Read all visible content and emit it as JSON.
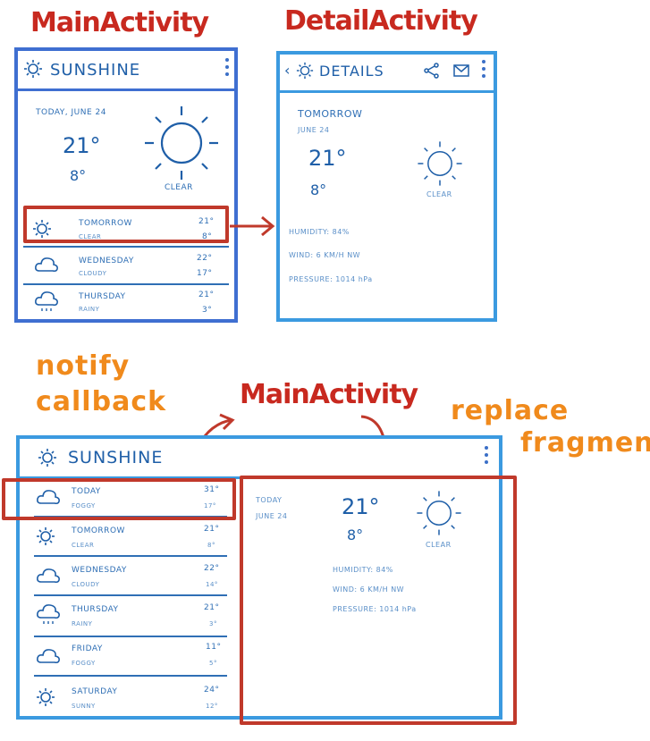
{
  "titles": {
    "main_activity_top": "MainActivity",
    "detail_activity": "DetailActivity",
    "notify_line1": "notify",
    "notify_line2": "callback",
    "main_activity_bottom": "MainActivity",
    "replace_line1": "replace",
    "replace_line2": "fragment"
  },
  "main_phone": {
    "app_title": "SUNSHINE",
    "today_label": "TODAY, JUNE 24",
    "high": "21°",
    "low": "8°",
    "condition": "CLEAR",
    "rows": [
      {
        "day": "TOMORROW",
        "cond": "CLEAR",
        "high": "21°",
        "low": "8°",
        "icon": "sun-icon"
      },
      {
        "day": "WEDNESDAY",
        "cond": "CLOUDY",
        "high": "22°",
        "low": "17°",
        "icon": "cloud-icon"
      },
      {
        "day": "THURSDAY",
        "cond": "RAINY",
        "high": "21°",
        "low": "3°",
        "icon": "rain-cloud-icon"
      }
    ]
  },
  "detail_phone": {
    "app_title": "DETAILS",
    "day": "TOMORROW",
    "date": "JUNE 24",
    "high": "21°",
    "low": "8°",
    "condition": "CLEAR",
    "humidity": "HUMIDITY: 84%",
    "wind": "WIND: 6 KM/H NW",
    "pressure": "PRESSURE: 1014 hPa"
  },
  "tablet": {
    "app_title": "SUNSHINE",
    "rows": [
      {
        "day": "TODAY",
        "cond": "FOGGY",
        "high": "31°",
        "low": "17°",
        "icon": "cloud-icon"
      },
      {
        "day": "TOMORROW",
        "cond": "CLEAR",
        "high": "21°",
        "low": "8°",
        "icon": "sun-icon"
      },
      {
        "day": "WEDNESDAY",
        "cond": "CLOUDY",
        "high": "22°",
        "low": "14°",
        "icon": "cloud-icon"
      },
      {
        "day": "THURSDAY",
        "cond": "RAINY",
        "high": "21°",
        "low": "3°",
        "icon": "rain-cloud-icon"
      },
      {
        "day": "FRIDAY",
        "cond": "FOGGY",
        "high": "11°",
        "low": "5°",
        "icon": "cloud-icon"
      },
      {
        "day": "SATURDAY",
        "cond": "SUNNY",
        "high": "24°",
        "low": "12°",
        "icon": "sun-icon"
      }
    ],
    "detail": {
      "day": "TODAY",
      "date": "JUNE 24",
      "high": "21°",
      "low": "8°",
      "condition": "CLEAR",
      "humidity": "HUMIDITY: 84%",
      "wind": "WIND: 6 KM/H NW",
      "pressure": "PRESSURE: 1014 hPa"
    }
  },
  "colors": {
    "red": "#c8291f",
    "orange": "#f08a1c",
    "blue_dark": "#3f6fd1",
    "blue_light": "#3b9ae0",
    "ink": "#1f5fa8"
  }
}
